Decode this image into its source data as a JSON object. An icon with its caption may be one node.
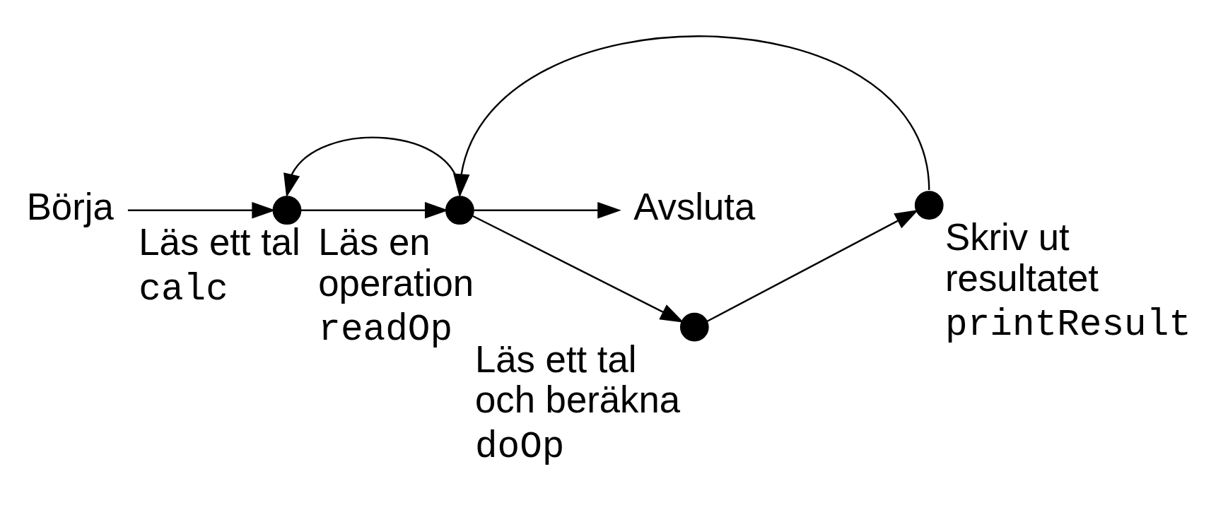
{
  "diagram": {
    "nodes": [
      {
        "text": [
          "Börja"
        ]
      },
      {
        "text": [],
        "shape": "circle",
        "beside": [
          "Läs ett tal",
          "calc"
        ]
      },
      {
        "text": [],
        "shape": "circle",
        "beside": [
          "Läs en operation",
          "readOp"
        ]
      },
      {
        "text": [
          "Avsluta"
        ]
      },
      {
        "text": [],
        "shape": "circle",
        "beside": [
          "Läs ett tal och beräkna",
          "doOp"
        ]
      },
      {
        "text": [],
        "shape": "circle",
        "beside": [
          "Skriv ut resultatet",
          "printResult"
        ]
      }
    ],
    "edges": [
      {
        "from": 0,
        "to": 1,
        "arrow": "to"
      },
      {
        "from": 1,
        "to": 2,
        "arrow": "to"
      },
      {
        "from": 2,
        "to": 1,
        "arrow": "to"
      },
      {
        "from": 2,
        "to": 3,
        "arrow": "to"
      },
      {
        "from": 2,
        "to": 4,
        "arrow": "to"
      },
      {
        "from": 4,
        "to": 5,
        "arrow": "to"
      },
      {
        "from": 5,
        "to": 2,
        "arrow": "to"
      }
    ]
  }
}
